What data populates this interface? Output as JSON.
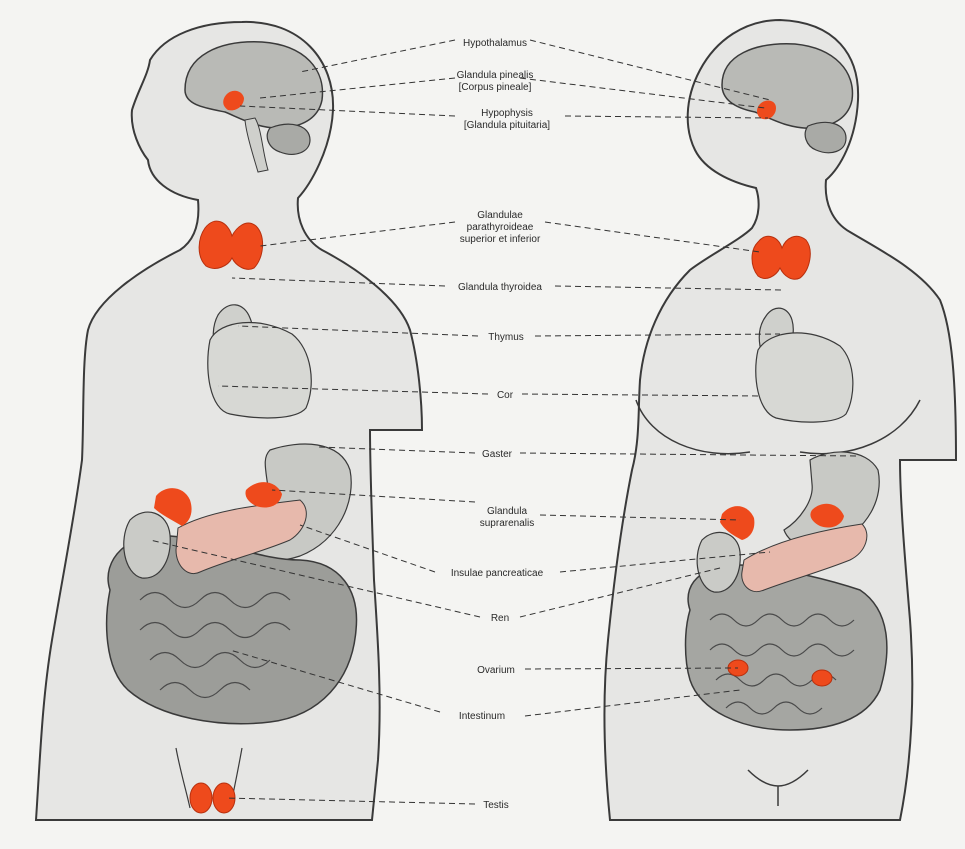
{
  "colors": {
    "background": "#f4f4f2",
    "body_fill": "#e6e6e4",
    "outline": "#3a3a3a",
    "gland": "#ee4a1c",
    "organ": "#b9bab6",
    "pancreas": "#e7b9ac",
    "leader": "#333333"
  },
  "labels": {
    "hypothalamus": "Hypothalamus",
    "pineal_1": "Glandula pinealis",
    "pineal_2": "[Corpus pineale]",
    "hypophysis_1": "Hypophysis",
    "hypophysis_2": "[Glandula pituitaria]",
    "parathyroid_1": "Glandulae",
    "parathyroid_2": "parathyroideae",
    "parathyroid_3": "superior et inferior",
    "thyroid": "Glandula thyroidea",
    "thymus": "Thymus",
    "cor": "Cor",
    "gaster": "Gaster",
    "suprarenal_1": "Glandula",
    "suprarenal_2": "suprarenalis",
    "pancreatic": "Insulae pancreaticae",
    "ren": "Ren",
    "ovarium": "Ovarium",
    "intestinum": "Intestinum",
    "testis": "Testis"
  }
}
